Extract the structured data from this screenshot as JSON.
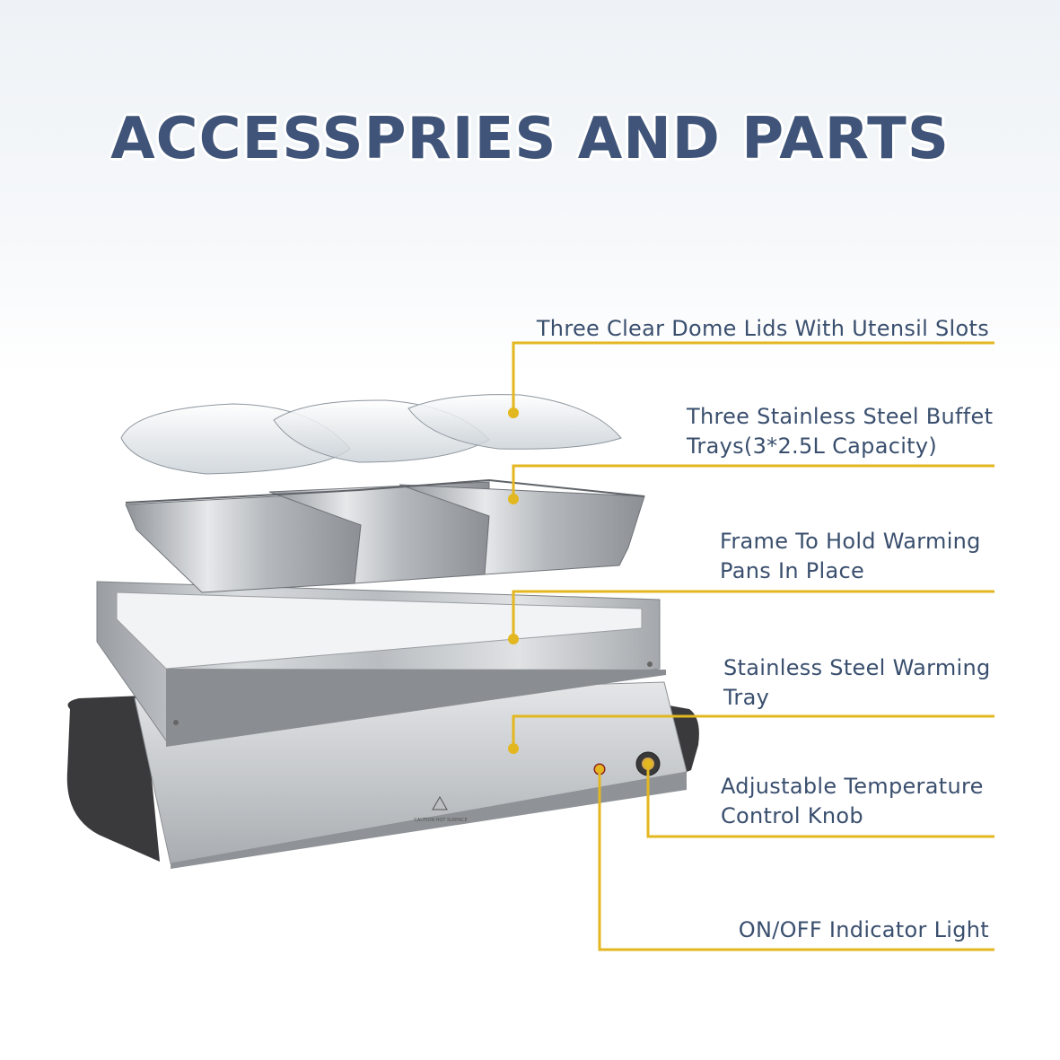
{
  "title": "ACCESSPRIES AND PARTS",
  "colors": {
    "title": "#3f5478",
    "label": "#3a4f6e",
    "callout": "#e3b720"
  },
  "labels": {
    "lids": [
      "Three Clear Dome Lids With Utensil Slots"
    ],
    "trays": [
      "Three Stainless Steel Buffet",
      "Trays(3*2.5L Capacity)"
    ],
    "frame": [
      "Frame To Hold Warming",
      "Pans In Place"
    ],
    "warming_tray": [
      "Stainless Steel Warming",
      "Tray"
    ],
    "knob": [
      "Adjustable Temperature",
      "Control Knob"
    ],
    "light": [
      "ON/OFF Indicator Light"
    ]
  },
  "product_marking": "CAUTION HOT SURFACE"
}
